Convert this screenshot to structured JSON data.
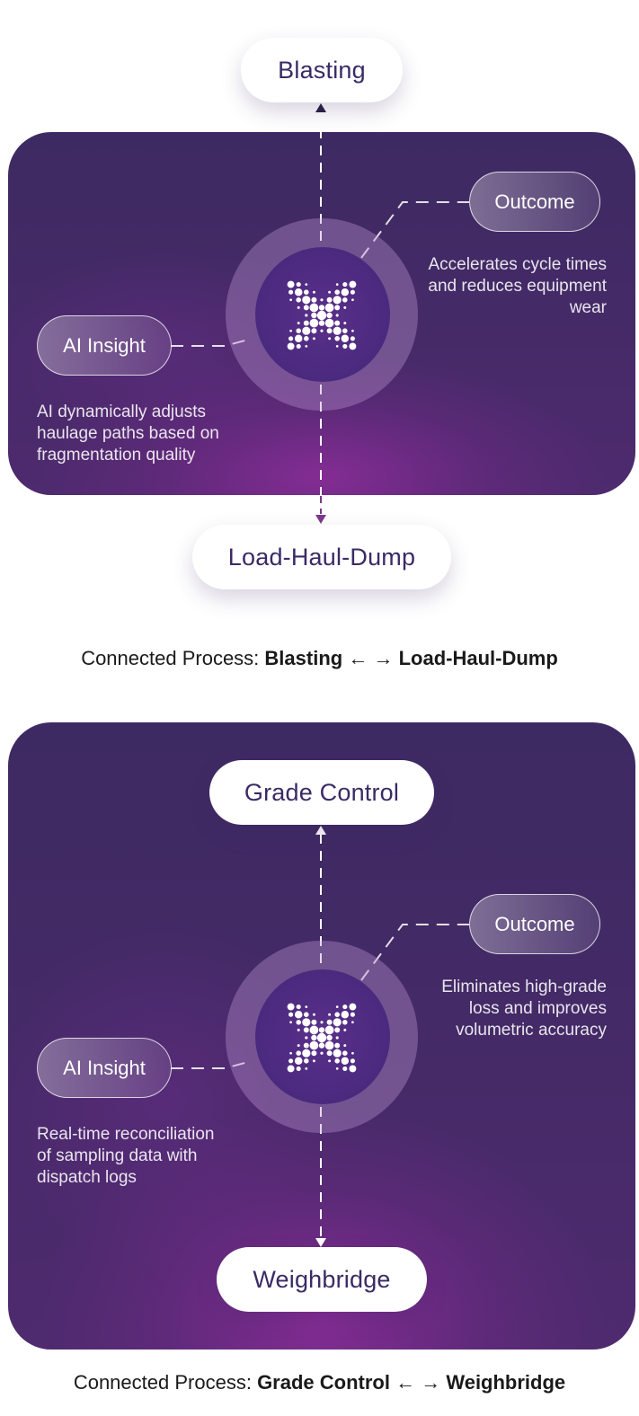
{
  "diagrams": [
    {
      "top_node": "Blasting",
      "bottom_node": "Load-Haul-Dump",
      "outcome_label": "Outcome",
      "outcome_text": "Accelerates cycle times and reduces equipment wear",
      "insight_label": "AI Insight",
      "insight_text": "AI dynamically adjusts haulage paths based on fragmentation quality",
      "caption_prefix": "Connected Process:",
      "caption_from": "Blasting",
      "caption_arrows": "← →",
      "caption_to": "Load-Haul-Dump"
    },
    {
      "top_node": "Grade Control",
      "bottom_node": "Weighbridge",
      "outcome_label": "Outcome",
      "outcome_text": "Eliminates high-grade loss and improves volumetric accuracy",
      "insight_label": "AI Insight",
      "insight_text": "Real-time reconciliation of sampling data with dispatch logs",
      "caption_prefix": "Connected Process:",
      "caption_from": "Grade Control",
      "caption_arrows": "← →",
      "caption_to": "Weighbridge"
    }
  ],
  "colors": {
    "panel": "#432a66",
    "accent_text": "#3b2a66",
    "glow": "#962da0"
  },
  "icons": {
    "center": "x-dots-logo-icon"
  }
}
